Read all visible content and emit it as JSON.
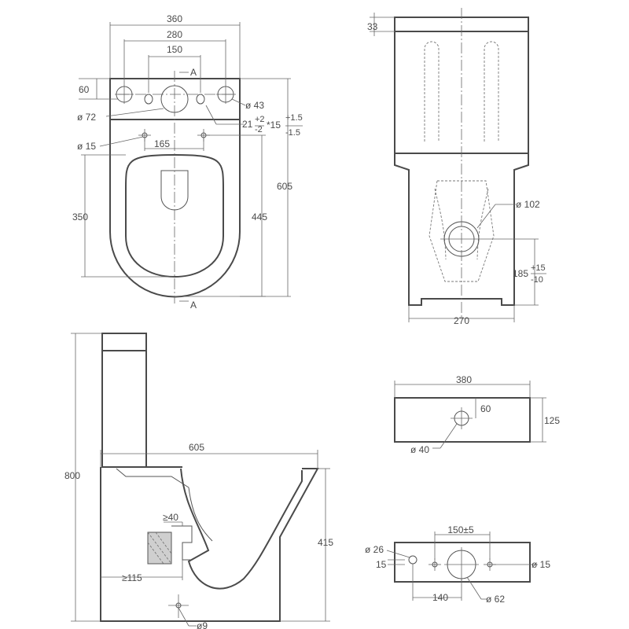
{
  "top_view": {
    "dim_width_total": "360",
    "dim_holes_outer": "280",
    "dim_holes_inner": "150",
    "dim_tank_depth": "60",
    "dim_hole_large": "ø 72",
    "dim_hole_small": "ø 43",
    "dim_fix_holes": "ø 15",
    "dim_fix_spacing": "165",
    "dim_seat_length": "350",
    "dim_bowl_length": "445",
    "dim_total_length": "605",
    "dim_tol_21": "21",
    "dim_tol_21_plus": "+2",
    "dim_tol_21_minus": "-2",
    "dim_tol_15": "*15",
    "dim_tol_15_plus": "+1.5",
    "dim_tol_15_minus": "-1.5",
    "section_label_top": "A",
    "section_label_bottom": "A"
  },
  "rear_view": {
    "dim_lid": "33",
    "dim_outlet": "ø 102",
    "dim_outlet_height": "185",
    "dim_outlet_tol_plus": "+15",
    "dim_outlet_tol_minus": "-10",
    "dim_base_width": "270"
  },
  "side_view": {
    "dim_height_total": "800",
    "dim_length_total": "605",
    "dim_pan_height": "415",
    "dim_inlet_depth": "≥40",
    "dim_inlet_distance": "≥115",
    "dim_fix_hole": "ø9"
  },
  "tank_front": {
    "dim_width": "380",
    "dim_height": "125",
    "dim_button_offset": "60",
    "dim_button_hole": "ø 40"
  },
  "tank_top": {
    "dim_spacing": "150±5",
    "dim_small_hole": "ø 26",
    "dim_offset": "15",
    "dim_fix_hole": "ø 15",
    "dim_base": "140",
    "dim_large_hole": "ø 62"
  }
}
